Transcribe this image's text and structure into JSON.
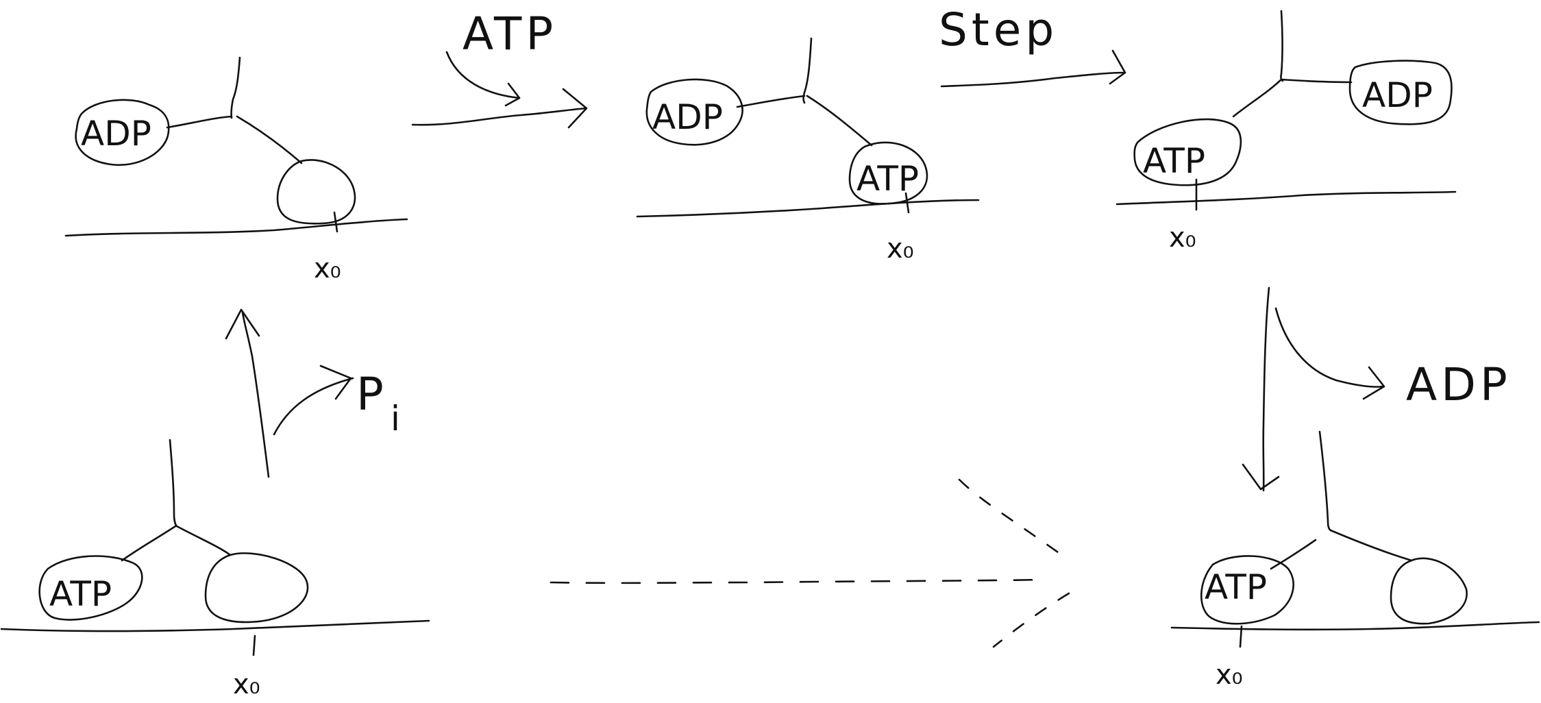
{
  "diagram": {
    "arrows": {
      "atp_label": "ATP",
      "step_label": "Step",
      "adp_label": "ADP",
      "pi_label": "P",
      "pi_subscript": "i"
    },
    "states": {
      "s1": {
        "head_back": "ADP",
        "head_front": "",
        "position": "x₀"
      },
      "s2": {
        "head_back": "ADP",
        "head_front": "ATP",
        "position": "x₀"
      },
      "s3": {
        "head_back": "ATP",
        "head_front": "ADP",
        "position": "x₀"
      },
      "s4": {
        "head_back": "ATP",
        "head_front": "",
        "position": "x₀"
      },
      "s5": {
        "head_back": "ATP",
        "head_front": "",
        "position": "x₀"
      }
    }
  }
}
